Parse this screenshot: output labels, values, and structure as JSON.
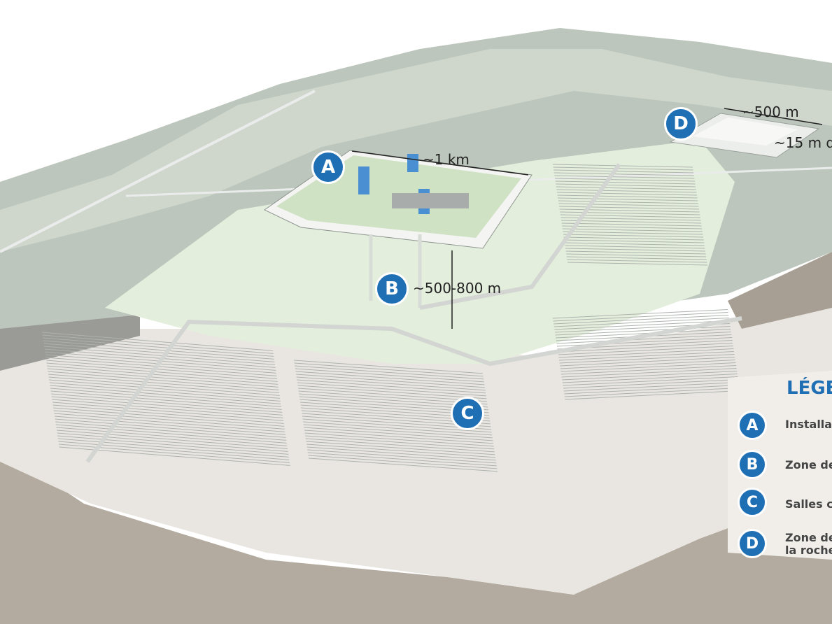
{
  "labels": {
    "a": "A",
    "b": "B",
    "c": "C",
    "d": "D"
  },
  "dimensions": {
    "surface_width": "~1 km",
    "depth": "~500-800 m",
    "zone_d_width": "~500 m",
    "zone_d_depth": "~15 m de"
  },
  "legend": {
    "title": "LÉGE",
    "items": [
      {
        "letter": "A",
        "text": "Installa"
      },
      {
        "letter": "B",
        "text": "Zone de"
      },
      {
        "letter": "C",
        "text": "Salles c"
      },
      {
        "letter": "D",
        "text_line1": "Zone de",
        "text_line2": "la roche"
      }
    ]
  },
  "colors": {
    "badge": "#1f6fb5",
    "terrain_dark": "#b9c2b8",
    "terrain_mid": "#c9d0c5",
    "zone_light": "#e6efdf",
    "ground_light": "#e8e4de",
    "ground_shadow": "#b3ab9f",
    "buildings": "#4a8fd1"
  }
}
